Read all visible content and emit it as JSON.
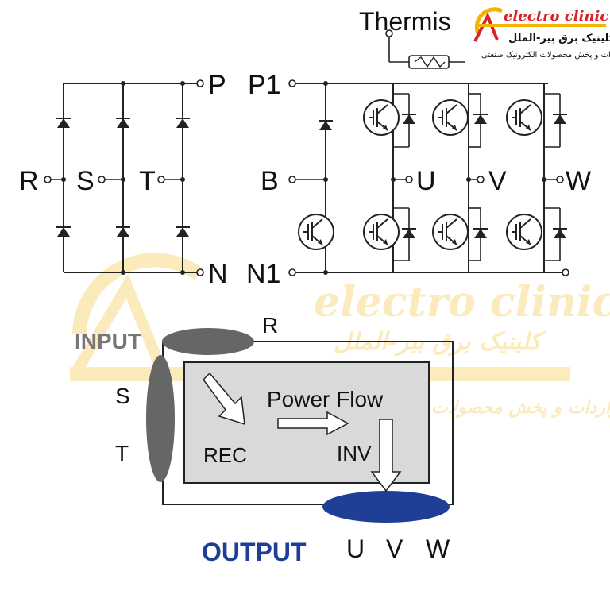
{
  "circuit": {
    "rectifier_inputs": [
      "R",
      "S",
      "T"
    ],
    "rectifier_outputs": [
      "P",
      "N"
    ],
    "inverter_terminals": [
      "P1",
      "B",
      "N1"
    ],
    "outputs": [
      "U",
      "V",
      "W"
    ],
    "thermistor_label": "Thermis"
  },
  "flow": {
    "input_label": "INPUT",
    "input_phases": [
      "R",
      "S",
      "T"
    ],
    "rec_label": "REC",
    "inv_label": "INV",
    "power_flow_label": "Power Flow",
    "output_label": "OUTPUT",
    "output_phases": [
      "U",
      "V",
      "W"
    ]
  },
  "branding": {
    "logo_text": "electro clinic",
    "logo_sub1": "کلینیک برق بیر-الملل",
    "logo_sub2": "واردات و پخش محصولات الکترونیک صنعتی",
    "watermark_text": "electro clinic",
    "watermark_sub1": "کلینیک برق بیر-الملل",
    "watermark_sub2": "واردات و پخش محصولات الکترونیک صنعتی"
  },
  "colors": {
    "input_oval": "#666666",
    "output_oval": "#1f3f96",
    "output_text": "#1f3f96",
    "input_text": "#777777",
    "panel_fill": "#d9d9d9",
    "logo_red": "#d8232a",
    "logo_gold": "#f2b400"
  }
}
